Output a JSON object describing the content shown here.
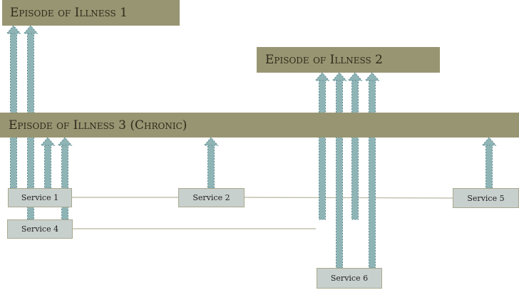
{
  "colors": {
    "band_fill": "#989572",
    "band_text": "#2e2b1d",
    "service_fill": "#c8d0ce",
    "service_border": "#a9a98f",
    "arrow_fill": "#8fb4b6",
    "arrow_dash": "#5f8c90",
    "connector_line": "#b7b59c"
  },
  "episodes": {
    "episode1": "Episode of Illness 1",
    "episode2": "Episode of Illness 2",
    "episode3": "Episode of Illness 3 (Chronic)"
  },
  "services": {
    "service1": "Service 1",
    "service2": "Service 2",
    "service4": "Service 4",
    "service5": "Service 5",
    "service6": "Service 6"
  },
  "links": [
    {
      "from": "service1",
      "to": "episode1"
    },
    {
      "from": "service4",
      "to": "episode1"
    },
    {
      "from": "service1",
      "to": "episode3"
    },
    {
      "from": "service4",
      "to": "episode3"
    },
    {
      "from": "service2",
      "to": "episode3"
    },
    {
      "from": "service5",
      "to": "episode3"
    },
    {
      "from": "service4",
      "to": "episode2"
    },
    {
      "from": "service6",
      "to": "episode2"
    },
    {
      "from": "service5",
      "to": "episode2"
    },
    {
      "from": "service6",
      "to": "episode2"
    }
  ]
}
